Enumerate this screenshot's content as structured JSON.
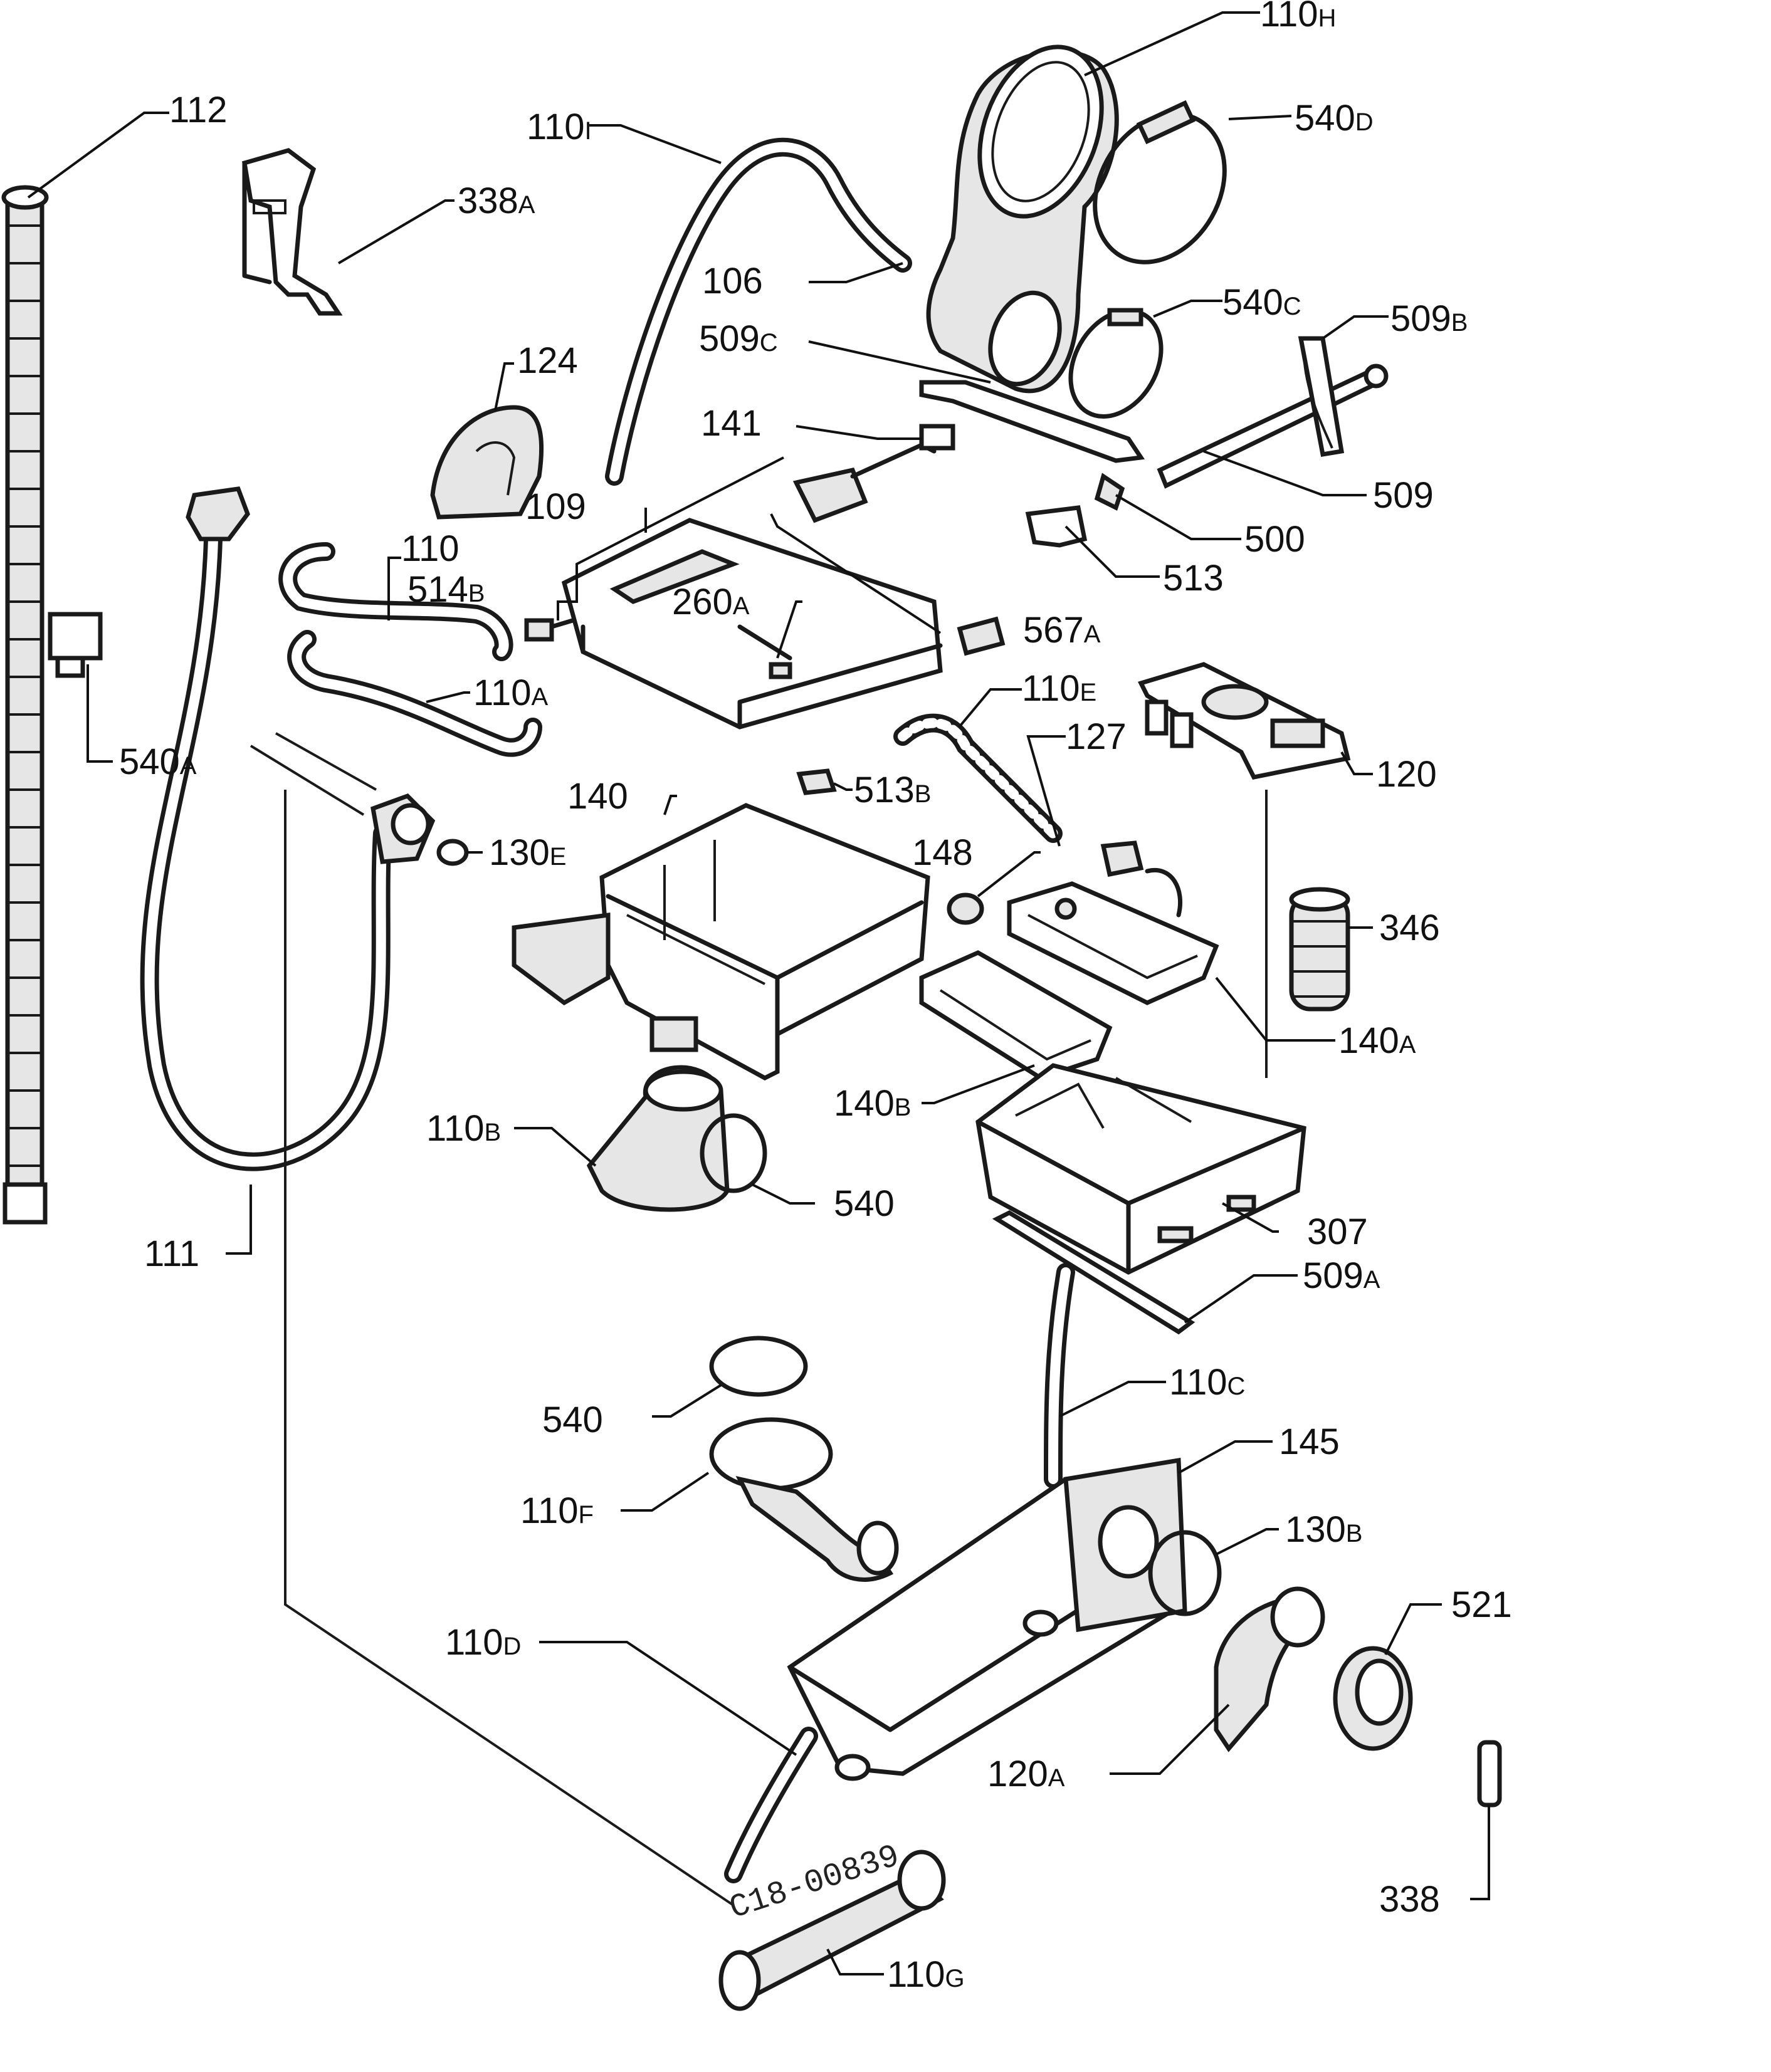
{
  "labels": {
    "l110h": {
      "main": "110",
      "suffix": "H"
    },
    "l540d": {
      "main": "540",
      "suffix": "D"
    },
    "l112": {
      "main": "112",
      "suffix": ""
    },
    "l110i": {
      "main": "110",
      "suffix": "I"
    },
    "l338a": {
      "main": "338",
      "suffix": "A"
    },
    "l106": {
      "main": "106",
      "suffix": ""
    },
    "l540c": {
      "main": "540",
      "suffix": "C"
    },
    "l509b": {
      "main": "509",
      "suffix": "B"
    },
    "l509c": {
      "main": "509",
      "suffix": "C"
    },
    "l124": {
      "main": "124",
      "suffix": ""
    },
    "l141": {
      "main": "141",
      "suffix": ""
    },
    "l509": {
      "main": "509",
      "suffix": ""
    },
    "l109": {
      "main": "109",
      "suffix": ""
    },
    "l500": {
      "main": "500",
      "suffix": ""
    },
    "l110": {
      "main": "110",
      "suffix": ""
    },
    "l513": {
      "main": "513",
      "suffix": ""
    },
    "l514b": {
      "main": "514",
      "suffix": "B"
    },
    "l260a": {
      "main": "260",
      "suffix": "A"
    },
    "l567a": {
      "main": "567",
      "suffix": "A"
    },
    "l110a": {
      "main": "110",
      "suffix": "A"
    },
    "l110e": {
      "main": "110",
      "suffix": "E"
    },
    "l127": {
      "main": "127",
      "suffix": ""
    },
    "l540a": {
      "main": "540",
      "suffix": "A"
    },
    "l120": {
      "main": "120",
      "suffix": ""
    },
    "l140": {
      "main": "140",
      "suffix": ""
    },
    "l513b": {
      "main": "513",
      "suffix": "B"
    },
    "l130e": {
      "main": "130",
      "suffix": "E"
    },
    "l148": {
      "main": "148",
      "suffix": ""
    },
    "l346": {
      "main": "346",
      "suffix": ""
    },
    "l140a": {
      "main": "140",
      "suffix": "A"
    },
    "l140b": {
      "main": "140",
      "suffix": "B"
    },
    "l110b": {
      "main": "110",
      "suffix": "B"
    },
    "l540_mid": {
      "main": "540",
      "suffix": ""
    },
    "l111": {
      "main": "111",
      "suffix": ""
    },
    "l307": {
      "main": "307",
      "suffix": ""
    },
    "l509a": {
      "main": "509",
      "suffix": "A"
    },
    "l110c": {
      "main": "110",
      "suffix": "C"
    },
    "l540_low": {
      "main": "540",
      "suffix": ""
    },
    "l145": {
      "main": "145",
      "suffix": ""
    },
    "l110f": {
      "main": "110",
      "suffix": "F"
    },
    "l130b": {
      "main": "130",
      "suffix": "B"
    },
    "l521": {
      "main": "521",
      "suffix": ""
    },
    "l110d": {
      "main": "110",
      "suffix": "D"
    },
    "l120a": {
      "main": "120",
      "suffix": "A"
    },
    "l338": {
      "main": "338",
      "suffix": ""
    },
    "l110g": {
      "main": "110",
      "suffix": "G"
    }
  },
  "drawing_code": "C18-00839"
}
